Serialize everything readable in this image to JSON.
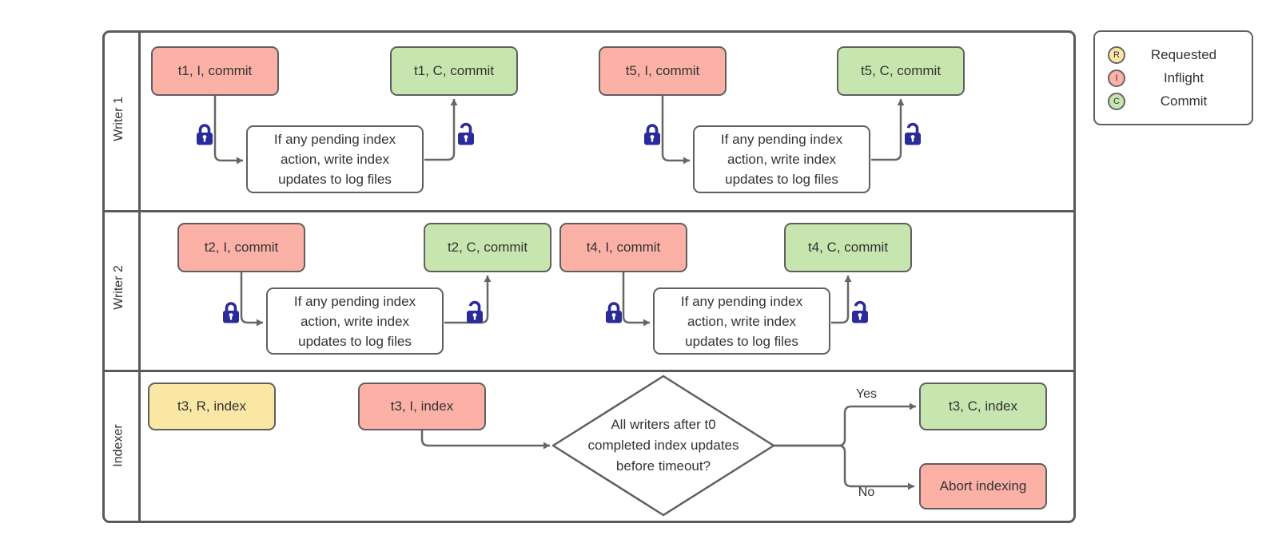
{
  "lanes": {
    "writer1": "Writer 1",
    "writer2": "Writer 2",
    "indexer": "Indexer"
  },
  "shared": {
    "process_note": "If any pending index action, write index updates to log files"
  },
  "nodes": {
    "t1_inflight": "t1, I, commit",
    "t1_commit": "t1, C, commit",
    "t5_inflight": "t5, I, commit",
    "t5_commit": "t5, C, commit",
    "t2_inflight": "t2, I, commit",
    "t2_commit": "t2, C, commit",
    "t4_inflight": "t4, I, commit",
    "t4_commit": "t4, C, commit",
    "t3_requested": "t3, R, index",
    "t3_inflight": "t3, I, index",
    "t3_commit": "t3, C, index",
    "abort": "Abort indexing"
  },
  "decision": {
    "question": "All writers after t0 completed index updates before timeout?",
    "yes_label": "Yes",
    "no_label": "No"
  },
  "legend": {
    "items": [
      {
        "letter": "R",
        "label": "Requested",
        "color": "#fbe7a4"
      },
      {
        "letter": "I",
        "label": "Inflight",
        "color": "#fbb1a6"
      },
      {
        "letter": "C",
        "label": "Commit",
        "color": "#c7e5ae"
      }
    ]
  },
  "colors": {
    "inflight_fill": "#fbb1a6",
    "commit_fill": "#c7e5ae",
    "requested_fill": "#fbe7a4",
    "box_border": "#5f5f5f",
    "connector": "#666666",
    "lock": "#2a2a9b",
    "text": "#333333"
  }
}
